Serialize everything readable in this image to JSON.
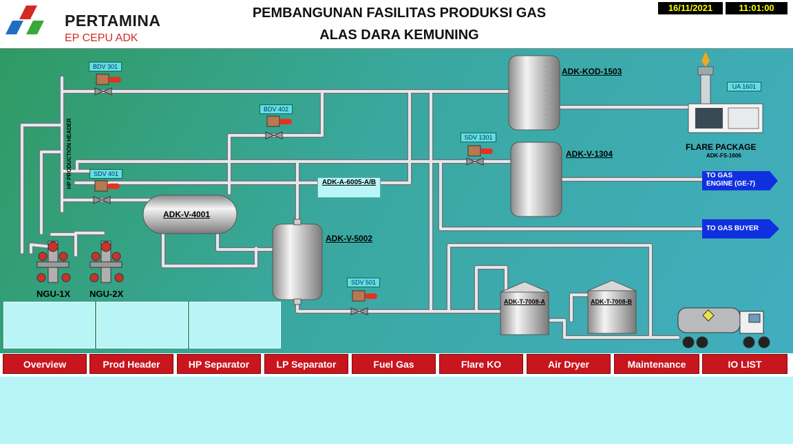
{
  "header": {
    "logo_title": "PERTAMINA",
    "logo_sub": "EP CEPU ADK",
    "title_line1": "PEMBANGUNAN FASILITAS PRODUKSI GAS",
    "title_line2": "ALAS DARA KEMUNING",
    "date": "16/11/2021",
    "time": "11:01:00"
  },
  "tags": {
    "bdv301": "BDV 301",
    "bdv402": "BDV 402",
    "sdv401": "SDV 401",
    "sdv1301": "SDV 1301",
    "sdv501": "SDV 501",
    "ua1601": "UA 1601"
  },
  "labels": {
    "hp_header": "HP PRODUCTION HEADER",
    "v4001": "ADK-V-4001",
    "v5002": "ADK-V-5002",
    "kod1503": "ADK-KOD-1503",
    "v1304": "ADK-V-1304",
    "hx": "ADK-A-6005-A/B",
    "tank_a": "ADK-T-7008-A",
    "tank_b": "ADK-T-7008-B",
    "flare_package": "FLARE PACKAGE",
    "flare_tag": "ADK-FS-1606",
    "ngu1": "NGU-1X",
    "ngu2": "NGU-2X"
  },
  "destinations": {
    "gas_engine_line1": "TO GAS",
    "gas_engine_line2": "ENGINE (GE-7)",
    "gas_buyer": "TO GAS BUYER"
  },
  "nav": [
    "Overview",
    "Prod Header",
    "HP Separator",
    "LP Separator",
    "Fuel Gas",
    "Flare KO",
    "Air Dryer",
    "Maintenance",
    "IO LIST"
  ],
  "colors": {
    "nav_button": "#c8151e",
    "panel": "#b9f4f6",
    "destination_arrow": "#1030e0",
    "tag": "#5fe0e0"
  }
}
